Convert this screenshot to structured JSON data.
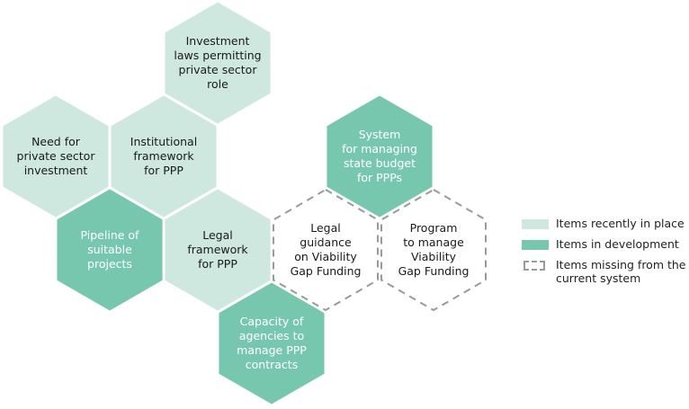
{
  "colors": {
    "in_place": "#cfe8df",
    "in_development": "#76c7ad",
    "missing_stroke": "#9a9a9a",
    "dark_text": "#1a1a1a",
    "light_text": "#ffffff",
    "separator": "#ffffff"
  },
  "hexes": [
    {
      "id": "investment-laws",
      "status": "in_place",
      "col": 0.5,
      "row": 0,
      "lines": [
        "Investment",
        "laws permitting",
        "private sector",
        "role"
      ]
    },
    {
      "id": "need-for-investment",
      "status": "in_place",
      "col": -1,
      "row": 1,
      "lines": [
        "Need for",
        "private sector",
        "investment"
      ]
    },
    {
      "id": "institutional-framework",
      "status": "in_place",
      "col": 0,
      "row": 1,
      "lines": [
        "Institutional",
        "framework",
        "for PPP"
      ]
    },
    {
      "id": "state-budget-system",
      "status": "in_development",
      "col": 2,
      "row": 1,
      "lines": [
        "System",
        "for managing",
        "state budget",
        "for PPPs"
      ]
    },
    {
      "id": "pipeline-projects",
      "status": "in_development",
      "col": -0.5,
      "row": 2,
      "lines": [
        "Pipeline of",
        "suitable",
        "projects"
      ]
    },
    {
      "id": "legal-framework",
      "status": "in_place",
      "col": 0.5,
      "row": 2,
      "lines": [
        "Legal",
        "framework",
        "for PPP"
      ]
    },
    {
      "id": "legal-guidance-vgf",
      "status": "missing",
      "col": 1.5,
      "row": 2,
      "lines": [
        "Legal",
        "guidance",
        "on Viability",
        "Gap Funding"
      ]
    },
    {
      "id": "program-vgf",
      "status": "missing",
      "col": 2.5,
      "row": 2,
      "lines": [
        "Program",
        "to manage",
        "Viability",
        "Gap Funding"
      ]
    },
    {
      "id": "agency-capacity",
      "status": "in_development",
      "col": 1,
      "row": 3,
      "lines": [
        "Capacity of",
        "agencies to",
        "manage PPP",
        "contracts"
      ]
    }
  ],
  "legend": [
    {
      "status": "in_place",
      "label": "Items recently in place"
    },
    {
      "status": "in_development",
      "label": "Items in development"
    },
    {
      "status": "missing",
      "label": "Items missing from the current system"
    }
  ]
}
